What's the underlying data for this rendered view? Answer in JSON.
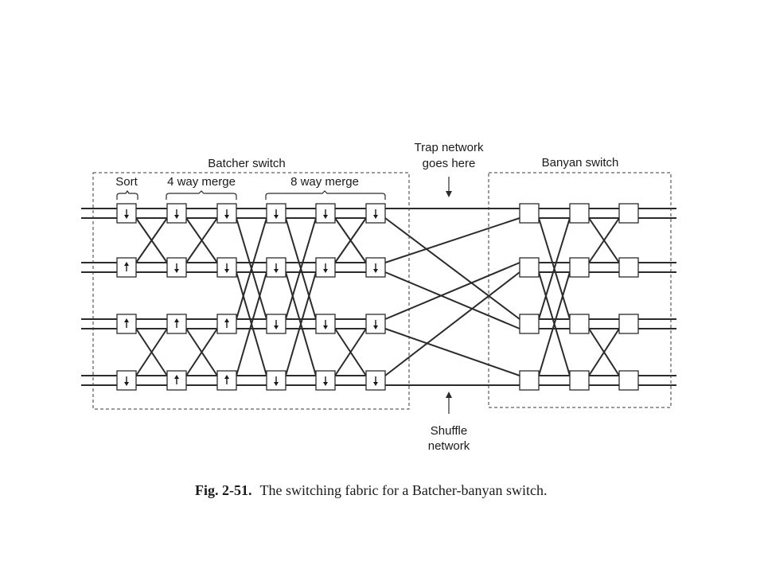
{
  "labels": {
    "batcher_switch": "Batcher switch",
    "banyan_switch": "Banyan switch",
    "sort": "Sort",
    "four_way_merge": "4 way merge",
    "eight_way_merge": "8 way merge",
    "trap_network_line1": "Trap network",
    "trap_network_line2": "goes here",
    "shuffle_network_line1": "Shuffle",
    "shuffle_network_line2": "network"
  },
  "caption": {
    "number": "Fig. 2-51.",
    "text": "The switching fabric for a Batcher-banyan switch."
  },
  "batcher_stages": [
    {
      "stage": "sort",
      "directions": [
        "down",
        "up",
        "up",
        "down"
      ]
    },
    {
      "stage": "4-way-merge-1",
      "directions": [
        "down",
        "down",
        "up",
        "up"
      ]
    },
    {
      "stage": "4-way-merge-2",
      "directions": [
        "down",
        "down",
        "up",
        "up"
      ]
    },
    {
      "stage": "8-way-merge-1",
      "directions": [
        "down",
        "down",
        "down",
        "down"
      ]
    },
    {
      "stage": "8-way-merge-2",
      "directions": [
        "down",
        "down",
        "down",
        "down"
      ]
    },
    {
      "stage": "8-way-merge-3",
      "directions": [
        "down",
        "down",
        "down",
        "down"
      ]
    }
  ],
  "banyan_stage_count": 3,
  "rows": 4
}
